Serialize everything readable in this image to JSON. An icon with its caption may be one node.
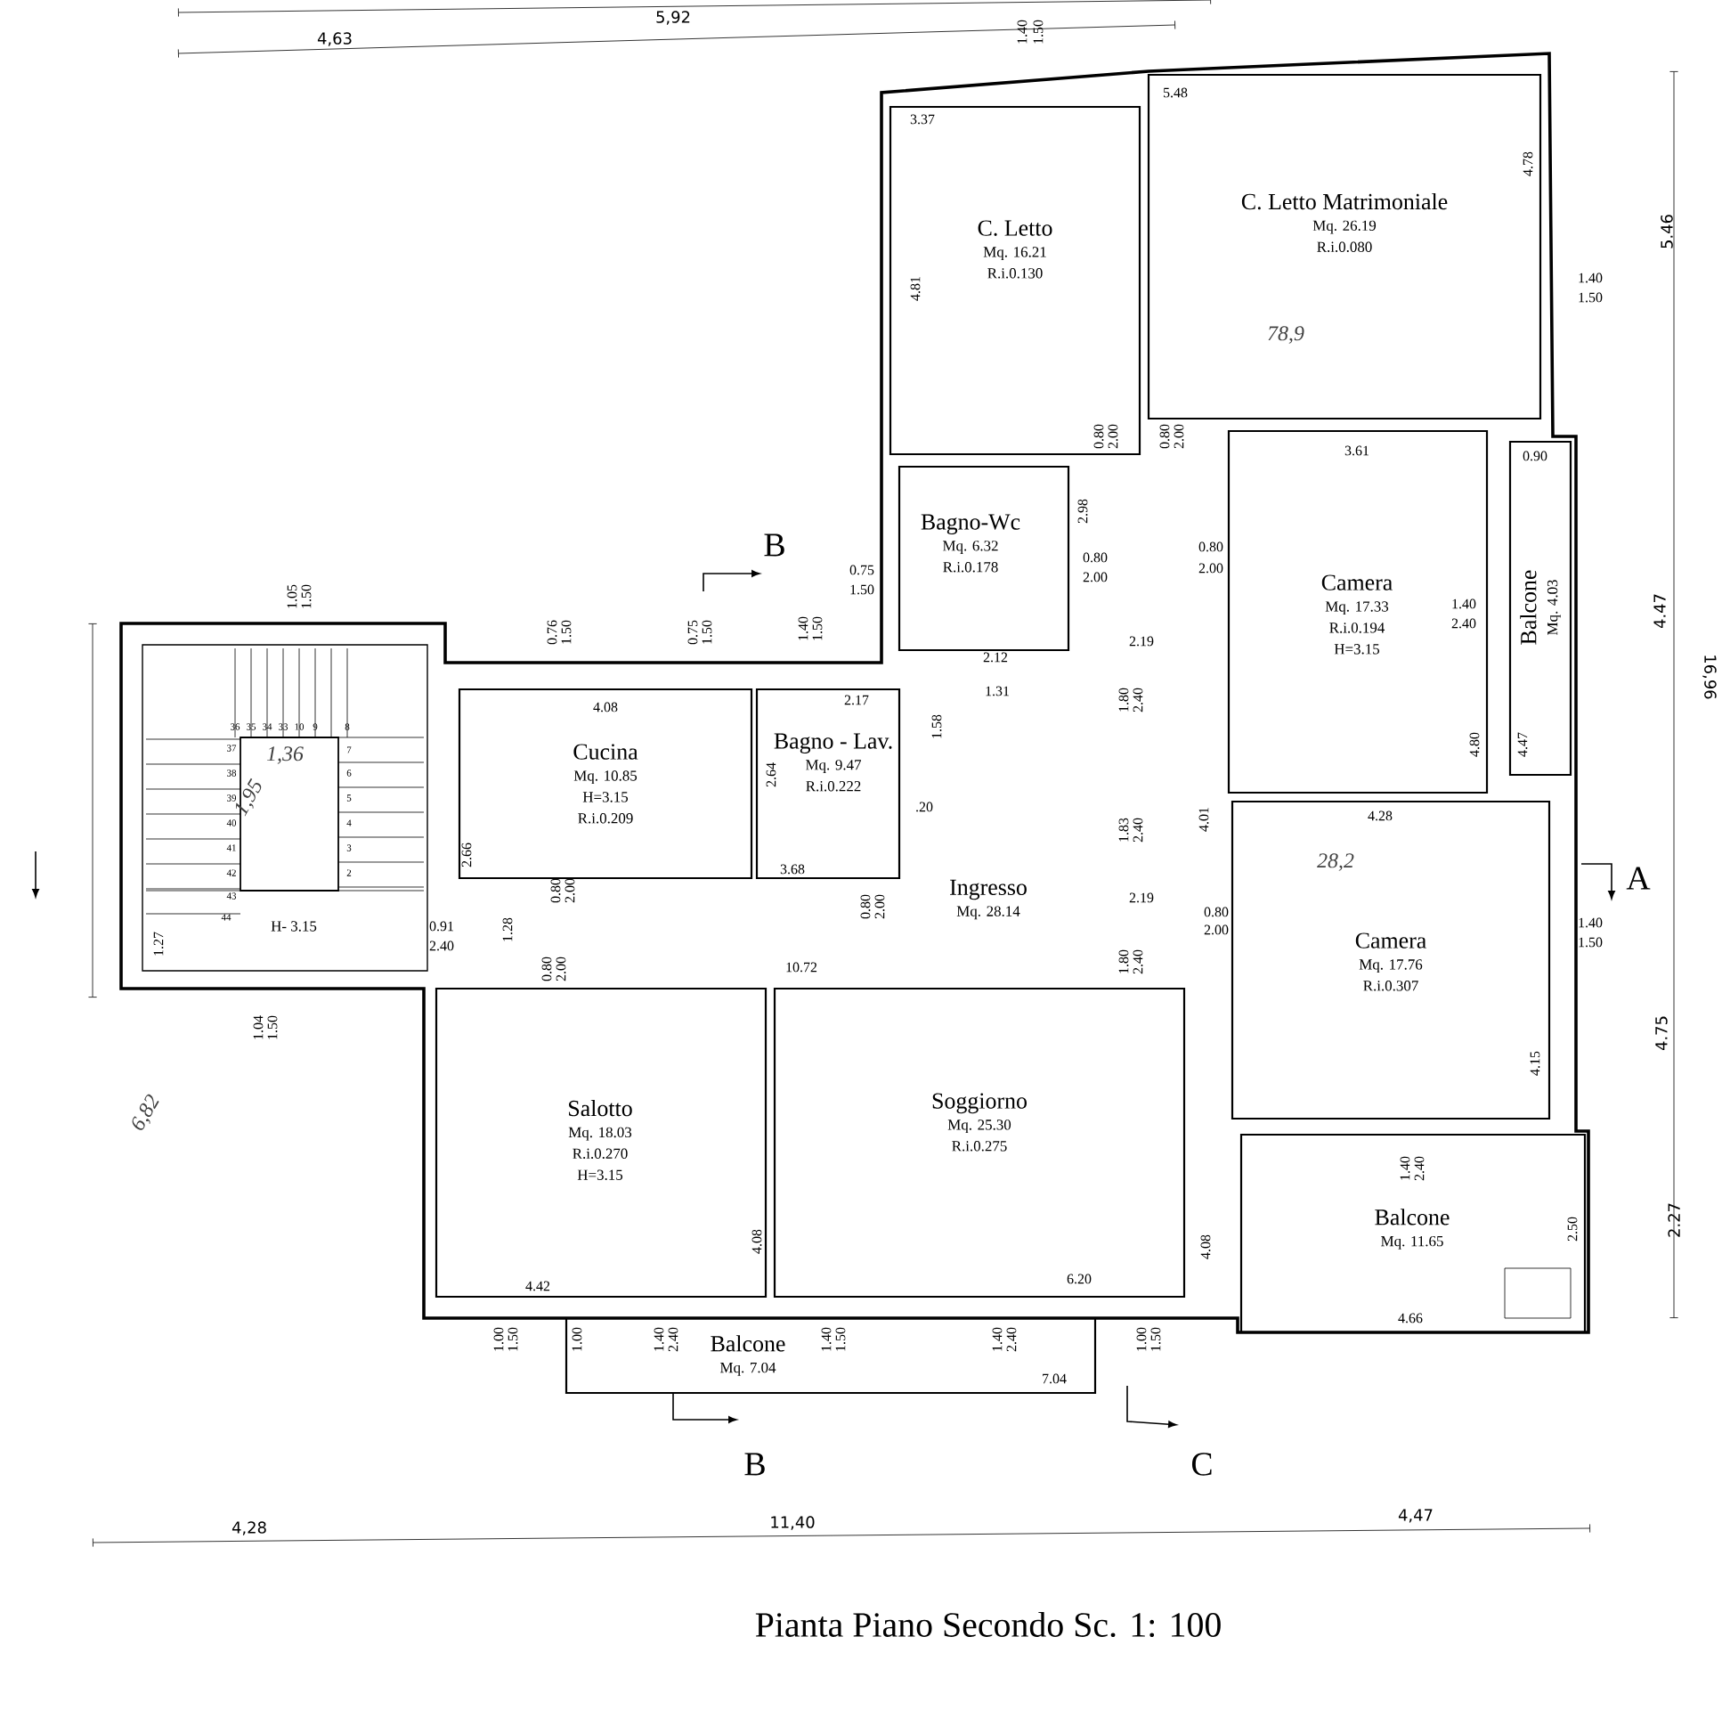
{
  "diagram": {
    "title": "Pianta Piano Secondo Sc. 1: 100",
    "nodes": [
      {
        "text": [
          "C. Letto",
          "Mq. 16.21",
          "R.i.0.130"
        ]
      },
      {
        "text": [
          "C. Letto Matrimoniale",
          "Mq. 26.19",
          "R.i.0.080"
        ]
      },
      {
        "text": [
          "Bagno-Wc",
          "Mq. 6.32",
          "R.i.0.178"
        ]
      },
      {
        "text": [
          "Camera",
          "Mq. 17.33",
          "R.i.0.194",
          "H=3.15"
        ]
      },
      {
        "text": [
          "Balcone",
          "Mq. 4.03"
        ]
      },
      {
        "text": [
          "Cucina",
          "Mq. 10.85",
          "H=3.15",
          "R.i.0.209"
        ]
      },
      {
        "text": [
          "Bagno - Lav.",
          "Mq. 9.47",
          "R.i.0.222"
        ]
      },
      {
        "text": [
          "Ingresso",
          "Mq. 28.14"
        ]
      },
      {
        "text": [
          "H- 3.15"
        ]
      },
      {
        "text": [
          "Camera",
          "Mq. 17.76",
          "R.i.0.307"
        ]
      },
      {
        "text": [
          "Salotto",
          "Mq. 18.03",
          "R.i.0.270",
          "H=3.15"
        ]
      },
      {
        "text": [
          "Soggiorno",
          "Mq. 25.30",
          "R.i.0.275"
        ]
      },
      {
        "text": [
          "Balcone",
          "Mq. 11.65"
        ]
      },
      {
        "text": [
          "Balcone",
          "Mq. 7.04"
        ]
      }
    ],
    "labels": [
      "5,92",
      "4,63",
      "1.40",
      "1.50",
      "5.48",
      "3.37",
      "4.78",
      "5.46",
      "4.81",
      "1.40",
      "1.50",
      "78,9",
      "0.80",
      "2.00",
      "0.80",
      "2.00",
      "3.61",
      "0.90",
      "2.98",
      "B",
      "0.75",
      "1.50",
      "0.80",
      "2.00",
      "0.80",
      "2.00",
      "1.40",
      "2.40",
      "4.47",
      "16,96",
      "1.05",
      "1.50",
      "0.76",
      "1.50",
      "0.75",
      "1.50",
      "1.40",
      "1.50",
      "2.12",
      "2.19",
      "1.31",
      "4.08",
      "2.17",
      "1.80",
      "2.40",
      "1.58",
      "2.64",
      ".20",
      "1.83",
      "2.40",
      "4.01",
      "4.80",
      "4.47",
      "4.28",
      "28,2",
      "A",
      "2.66",
      "3.68",
      "0.80",
      "2.00",
      "0.80",
      "2.00",
      "2.19",
      "0.80",
      "2.00",
      "1.40",
      "1.50",
      "0.91",
      "2.40",
      "1.28",
      "1.27",
      "10.72",
      "0.80",
      "2.00",
      "1.80",
      "2.40",
      "1.04",
      "1.50",
      "4.75",
      "4.15",
      "6,82",
      "1.40",
      "2.40",
      "4.08",
      "4.08",
      "2.50",
      "2.27",
      "4.42",
      "6.20",
      "1.00",
      "1.50",
      "1.00",
      "1.40",
      "2.40",
      "1.40",
      "1.50",
      "1.40",
      "2.40",
      "7.04",
      "1.00",
      "1.50",
      "4.66",
      "B",
      "C",
      "4,28",
      "11,40",
      "4,47",
      "36",
      "35",
      "34",
      "33",
      "10",
      "9",
      "8",
      "37",
      "38",
      "39",
      "40",
      "41",
      "42",
      "43",
      "44",
      "7",
      "6",
      "5",
      "4",
      "3",
      "2",
      "1,36",
      "1,95"
    ]
  }
}
